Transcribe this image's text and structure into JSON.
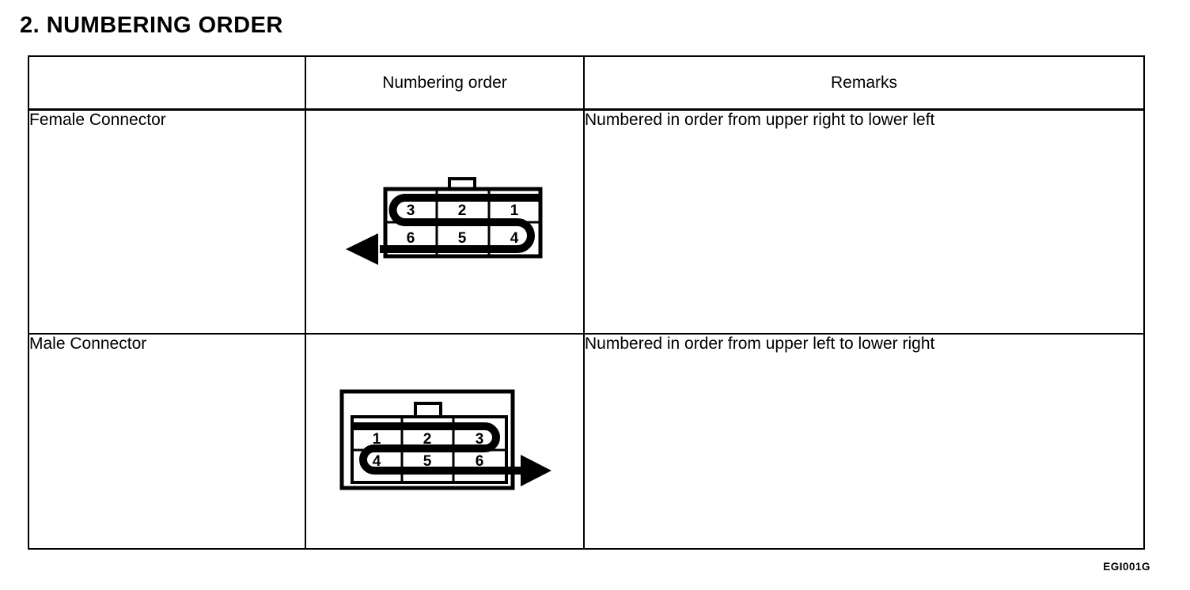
{
  "page": {
    "title": "2. NUMBERING ORDER",
    "figure_code": "EGI001G",
    "ink_color": "#000000",
    "paper_color": "#ffffff"
  },
  "table": {
    "headers": [
      "",
      "Numbering order",
      "Remarks"
    ],
    "rows": [
      {
        "label": "Female Connector",
        "remark": "Numbered in order from upper right to lower left",
        "diagram": {
          "name": "female-connector-diagram",
          "arrow_direction": "left",
          "pins": [
            [
              "3",
              "2",
              "1"
            ],
            [
              "6",
              "5",
              "4"
            ]
          ]
        }
      },
      {
        "label": "Male Connector",
        "remark": "Numbered in order from upper left to lower right",
        "diagram": {
          "name": "male-connector-diagram",
          "arrow_direction": "right",
          "pins": [
            [
              "1",
              "2",
              "3"
            ],
            [
              "4",
              "5",
              "6"
            ]
          ]
        }
      }
    ]
  }
}
